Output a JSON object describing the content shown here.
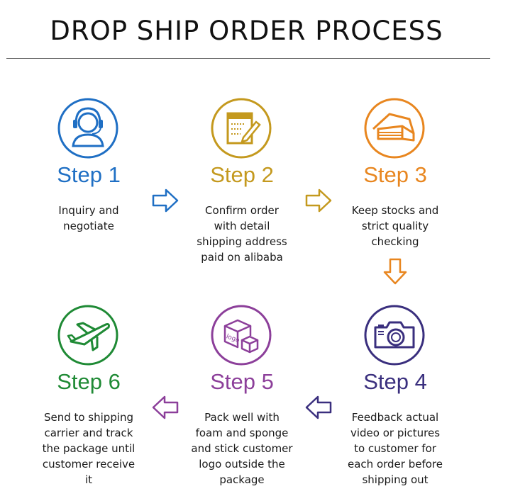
{
  "title": "DROP SHIP ORDER PROCESS",
  "colors": {
    "step1": "#1f6fc4",
    "step2": "#c4991e",
    "step3": "#e8861f",
    "step4": "#3a2f7e",
    "step5": "#8c3f9a",
    "step6": "#1f8a35"
  },
  "steps": [
    {
      "label": "Step 1",
      "icon": "customer-service-headset-icon",
      "lines": [
        "Inquiry and",
        "negotiate"
      ]
    },
    {
      "label": "Step 2",
      "icon": "order-document-pencil-icon",
      "lines": [
        "Confirm order",
        "with detail",
        "shipping address",
        "paid on alibaba"
      ]
    },
    {
      "label": "Step 3",
      "icon": "warehouse-icon",
      "lines": [
        "Keep stocks and",
        "strict quality",
        "checking"
      ]
    },
    {
      "label": "Step 4",
      "icon": "camera-icon",
      "lines": [
        "Feedback actual",
        "video or pictures",
        "to customer for",
        "each order before",
        "shipping out"
      ]
    },
    {
      "label": "Step 5",
      "icon": "logo-boxes-icon",
      "lines": [
        "Pack well with",
        "foam and sponge",
        "and stick customer",
        "logo outside the",
        "package"
      ]
    },
    {
      "label": "Step 6",
      "icon": "airplane-icon",
      "lines": [
        "Send to shipping",
        "carrier and track",
        "the package until",
        "customer receive",
        "it"
      ]
    }
  ]
}
